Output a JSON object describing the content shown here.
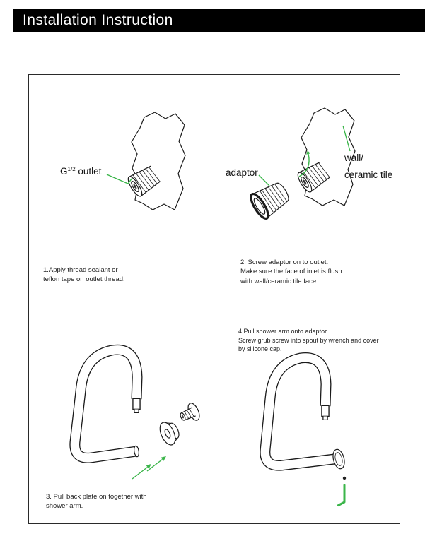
{
  "header": {
    "title": "Installation Instruction"
  },
  "colors": {
    "accent_green": "#3bb54a",
    "ink": "#1a1a1a",
    "header_bg": "#000000"
  },
  "steps": [
    {
      "id": 1,
      "caption": "1.Apply thread sealant or\nteflon tape on outlet thread.",
      "labels": {
        "g": "G",
        "half": "1/2",
        "outlet": " outlet"
      }
    },
    {
      "id": 2,
      "caption": "2. Screw adaptor on to outlet.\nMake sure the face of inlet is flush\nwith wall/ceramic tile face.",
      "labels": {
        "adaptor": "adaptor",
        "wall": "wall/\nceramic tile"
      }
    },
    {
      "id": 3,
      "caption": "3. Pull back plate on together with\nshower arm."
    },
    {
      "id": 4,
      "caption": "4.Pull shower arm onto adaptor.\nScrew grub screw into spout by wrench and cover\nby silicone cap."
    }
  ]
}
